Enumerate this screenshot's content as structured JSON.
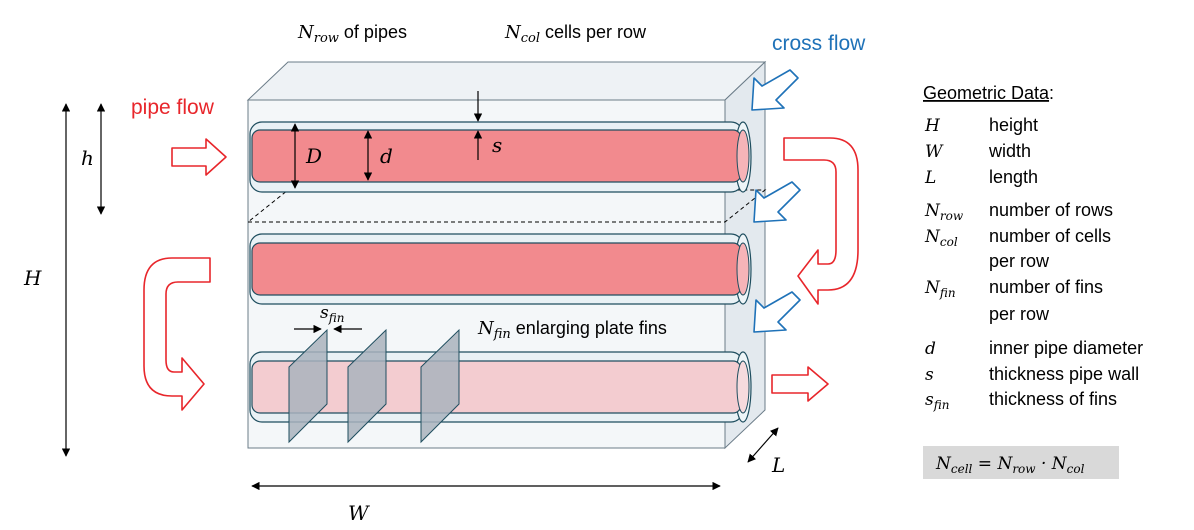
{
  "labels": {
    "nrow_sym": "N",
    "nrow_sub": "row",
    "nrow_text": " of pipes",
    "ncol_sym": "N",
    "ncol_sub": "col",
    "ncol_text": " cells per row",
    "cross_flow": "cross flow",
    "pipe_flow": "pipe flow",
    "h": "h",
    "H": "H",
    "W": "W",
    "L": "L",
    "D": "D",
    "d": "d",
    "s": "s",
    "sfin_sym": "s",
    "sfin_sub": "fin",
    "nfin_sym": "N",
    "nfin_sub": "fin",
    "nfin_text": " enlarging plate fins"
  },
  "legend": {
    "title": "Geometric Data",
    "title_colon": ":",
    "rows": [
      {
        "sym": "H",
        "sub": "",
        "desc": "height"
      },
      {
        "sym": "W",
        "sub": "",
        "desc": "width"
      },
      {
        "sym": "L",
        "sub": "",
        "desc": "length"
      },
      {
        "sym": "N",
        "sub": "row",
        "desc": "number of rows"
      },
      {
        "sym": "N",
        "sub": "col",
        "desc": "number of cells"
      },
      {
        "sym": "",
        "sub": "",
        "desc": "per row"
      },
      {
        "sym": "N",
        "sub": "fin",
        "desc": "number of fins"
      },
      {
        "sym": "",
        "sub": "",
        "desc": "per row"
      },
      {
        "sym": "d",
        "sub": "",
        "desc": "inner pipe diameter"
      },
      {
        "sym": "s",
        "sub": "",
        "desc": "thickness pipe wall"
      },
      {
        "sym": "s",
        "sub": "fin",
        "desc": "thickness of fins"
      }
    ]
  },
  "formula": {
    "lhs": "N",
    "lhs_sub": "cell",
    "eq": " = ",
    "a": "N",
    "a_sub": "row",
    "dot": " · ",
    "b": "N",
    "b_sub": "col"
  },
  "colors": {
    "pipe": "#f28a8e",
    "pipe_light": "#f3ccd0",
    "outline": "#1f4e5f",
    "box_fill": "#f1f4f7",
    "pipe_flow": "#e8262b",
    "cross_flow": "#1f72b8",
    "fin": "#a9b3bd",
    "formula_bg": "#d9d9d9"
  }
}
